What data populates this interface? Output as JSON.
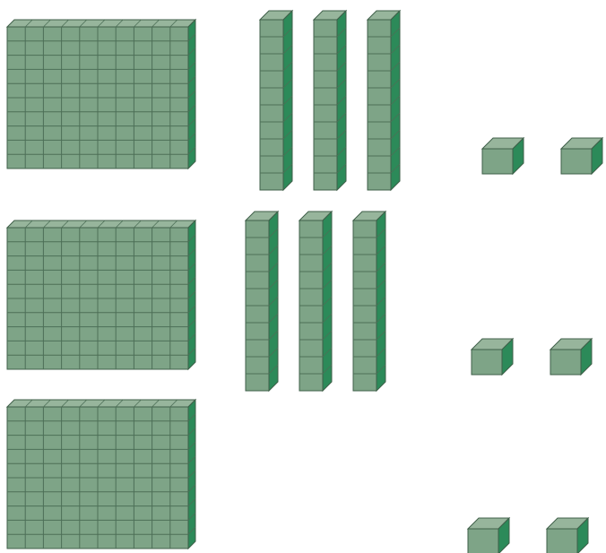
{
  "colors": {
    "face": "#7ea487",
    "top": "#97b59c",
    "side": "#2c8a59",
    "grid": "#4d6f57",
    "outline": "#3f5f49",
    "background": "#ffffff"
  },
  "rows": [
    {
      "hundreds": 1,
      "tens": 3,
      "ones": 2
    },
    {
      "hundreds": 1,
      "tens": 3,
      "ones": 2
    },
    {
      "hundreds": 1,
      "tens": 0,
      "ones": 2
    }
  ]
}
